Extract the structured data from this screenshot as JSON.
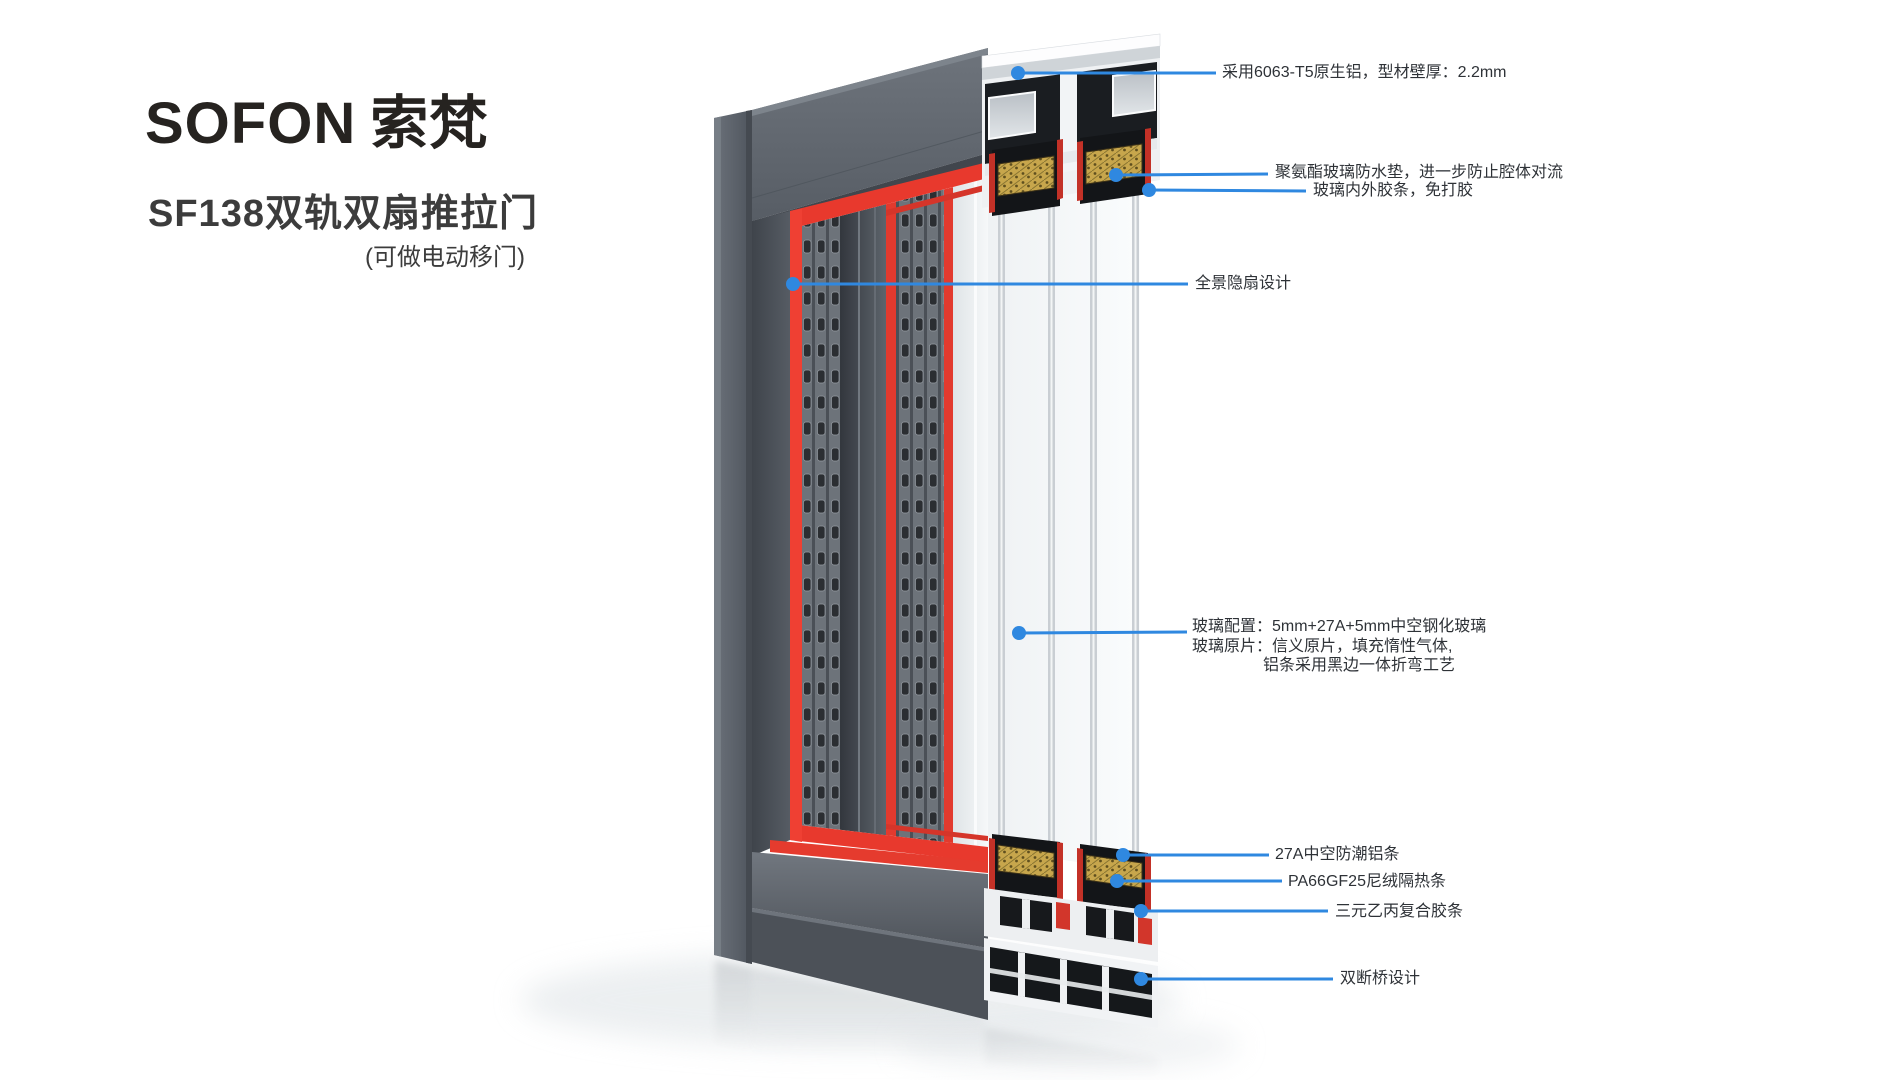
{
  "brand": {
    "logo_latin": "SOFON",
    "logo_cn": "索梵"
  },
  "product": {
    "title": "SF138双轨双扇推拉门",
    "subtitle": "(可做电动移门)"
  },
  "callouts": {
    "aluminum": "采用6063-T5原生铝，型材壁厚：2.2mm",
    "waterproof_pad": "聚氨酯玻璃防水垫，进一步防止腔体对流",
    "gasket": "玻璃内外胶条，免打胶",
    "hidden_sash": "全景隐扇设计",
    "glass_line1": "玻璃配置：5mm+27A+5mm中空钢化玻璃",
    "glass_line2": "玻璃原片：信义原片，填充惰性气体,",
    "glass_line3": "铝条采用黑边一体折弯工艺",
    "spacer": "27A中空防潮铝条",
    "thermal_break": "PA66GF25尼绒隔热条",
    "epdm": "三元乙丙复合胶条",
    "double_bridge": "双断桥设计"
  },
  "colors": {
    "accent_blue": "#2f88e0",
    "gasket_red": "#e8392d",
    "frame_gray": "#5a6068",
    "gold_spacer": "#c7a64c",
    "text_dark": "#2e3237"
  }
}
